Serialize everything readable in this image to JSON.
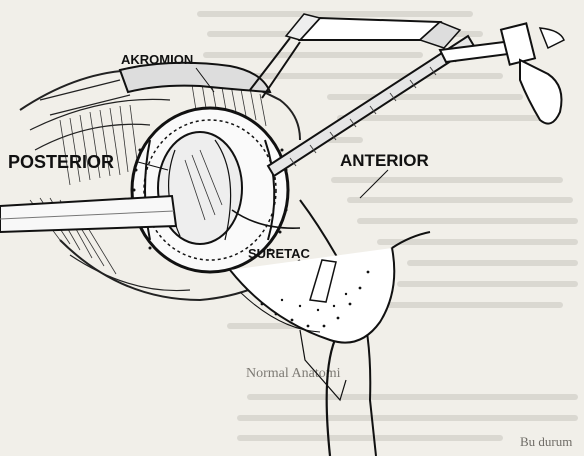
{
  "labels": {
    "akromion": "AKROMION",
    "posterior": "POSTERIOR",
    "anterior": "ANTERIOR",
    "suretac": "SURETAC"
  },
  "background_text": {
    "heading": "Normal Anatomi",
    "tail_word": "Bu durum"
  }
}
